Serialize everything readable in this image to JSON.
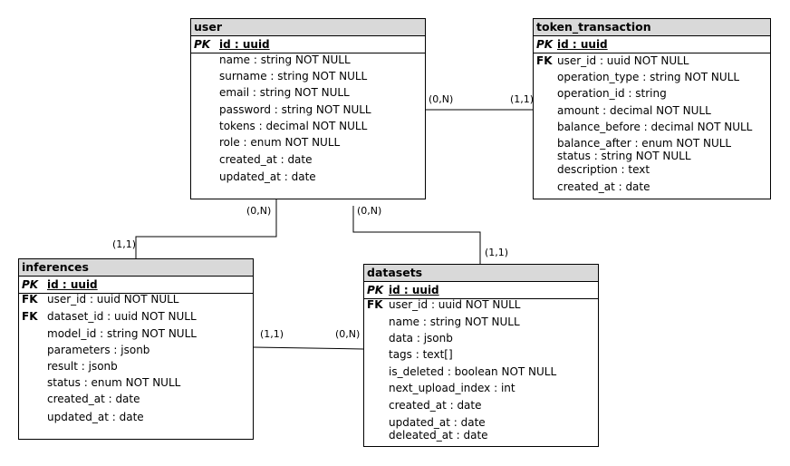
{
  "entities": [
    {
      "id": "user",
      "title": "user",
      "pk_key": "PK",
      "pk_name": "id : uuid",
      "fields": [
        {
          "key": "",
          "text": "name : string  NOT NULL"
        },
        {
          "key": "",
          "text": "surname : string  NOT NULL"
        },
        {
          "key": "",
          "text": "email : string  NOT NULL"
        },
        {
          "key": "",
          "text": "password : string  NOT NULL"
        },
        {
          "key": "",
          "text": "tokens : decimal  NOT NULL"
        },
        {
          "key": "",
          "text": "role : enum  NOT NULL"
        },
        {
          "key": "",
          "text": "created_at : date"
        },
        {
          "key": "",
          "text": "updated_at : date"
        }
      ]
    },
    {
      "id": "token_transaction",
      "title": "token_transaction",
      "pk_key": "PK",
      "pk_name": "id : uuid",
      "fields": [
        {
          "key": "FK",
          "text": "user_id : uuid  NOT NULL"
        },
        {
          "key": "",
          "text": "operation_type : string  NOT NULL"
        },
        {
          "key": "",
          "text": "operation_id : string"
        },
        {
          "key": "",
          "text": "amount : decimal  NOT NULL"
        },
        {
          "key": "",
          "text": "balance_before : decimal  NOT NULL"
        },
        {
          "key": "",
          "text": "balance_after : enum  NOT NULL"
        },
        {
          "key": "",
          "text": "status : string  NOT NULL"
        },
        {
          "key": "",
          "text": "description : text"
        },
        {
          "key": "",
          "text": "created_at : date"
        }
      ]
    },
    {
      "id": "inferences",
      "title": "inferences",
      "pk_key": "PK",
      "pk_name": "id : uuid",
      "fields": [
        {
          "key": "FK",
          "text": "user_id : uuid  NOT NULL"
        },
        {
          "key": "FK",
          "text": "dataset_id : uuid  NOT NULL"
        },
        {
          "key": "",
          "text": "model_id : string  NOT NULL"
        },
        {
          "key": "",
          "text": "parameters : jsonb"
        },
        {
          "key": "",
          "text": "result : jsonb"
        },
        {
          "key": "",
          "text": "status : enum  NOT NULL"
        },
        {
          "key": "",
          "text": "created_at : date"
        },
        {
          "key": "",
          "text": "updated_at : date"
        }
      ]
    },
    {
      "id": "datasets",
      "title": "datasets",
      "pk_key": "PK",
      "pk_name": "id : uuid",
      "fields": [
        {
          "key": "FK",
          "text": "user_id : uuid  NOT NULL"
        },
        {
          "key": "",
          "text": "name : string  NOT NULL"
        },
        {
          "key": "",
          "text": "data : jsonb"
        },
        {
          "key": "",
          "text": "tags : text[]"
        },
        {
          "key": "",
          "text": "is_deleted : boolean  NOT NULL"
        },
        {
          "key": "",
          "text": "next_upload_index : int"
        },
        {
          "key": "",
          "text": "created_at : date"
        },
        {
          "key": "",
          "text": "updated_at : date"
        },
        {
          "key": "",
          "text": "deleated_at : date"
        }
      ]
    }
  ],
  "relations": [
    {
      "id": "user-token_transaction",
      "from_label": "(0,N)",
      "to_label": "(1,1)"
    },
    {
      "id": "user-inferences",
      "from_label": "(0,N)",
      "to_label": "(1,1)"
    },
    {
      "id": "user-datasets",
      "from_label": "(0,N)",
      "to_label": "(1,1)"
    },
    {
      "id": "inferences-datasets",
      "from_label": "(1,1)",
      "to_label": "(0,N)"
    }
  ]
}
